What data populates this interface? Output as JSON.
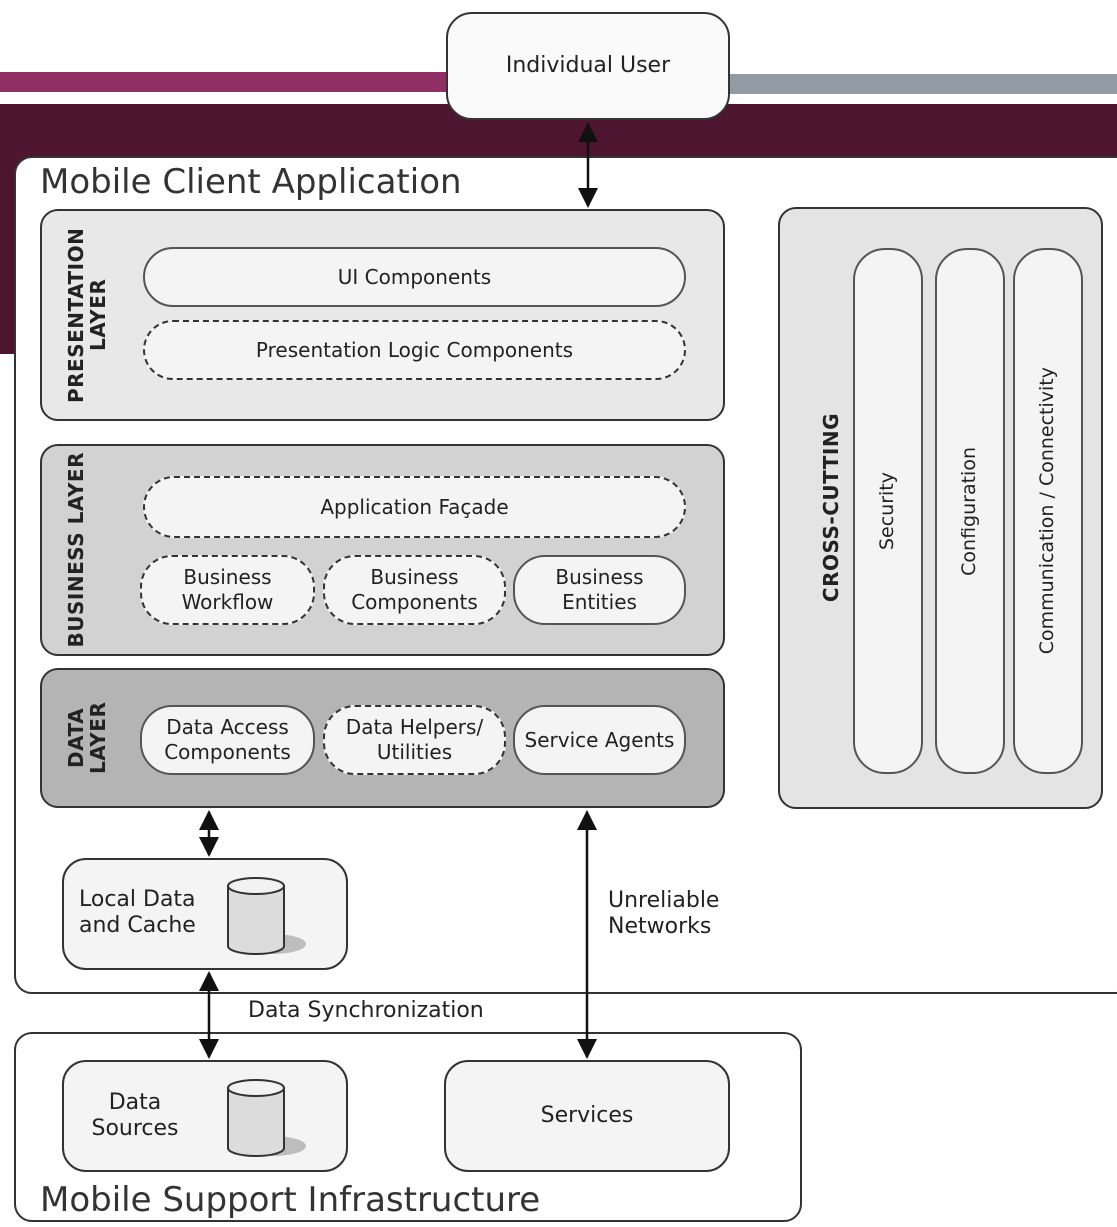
{
  "user": {
    "label": "Individual User"
  },
  "client": {
    "title": "Mobile Client Application",
    "presentation": {
      "title": "PRESENTATION LAYER",
      "ui": "UI Components",
      "logic": "Presentation Logic Components"
    },
    "business": {
      "title": "BUSINESS LAYER",
      "facade": "Application Façade",
      "workflow": "Business Workflow",
      "components": "Business Components",
      "entities": "Business Entities"
    },
    "data": {
      "title": "DATA LAYER",
      "access": "Data Access Components",
      "helpers": "Data Helpers/ Utilities",
      "agents": "Service Agents"
    },
    "cross": {
      "title": "CROSS-CUTTING",
      "items": [
        "Security",
        "Configuration",
        "Communication / Connectivity"
      ]
    },
    "local_cache": "Local Data and Cache",
    "unreliable": "Unreliable Networks"
  },
  "sync_label": "Data Synchronization",
  "infra": {
    "title": "Mobile Support Infrastructure",
    "sources": "Data Sources",
    "services": "Services"
  },
  "colors": {
    "accent_bar": "#8f2f63",
    "grey_bar": "#939aa4",
    "band": "#4e1530",
    "presentation_bg": "#e8e8e8",
    "business_bg": "#d2d2d2",
    "data_bg": "#b4b4b4",
    "cross_bg": "#e4e4e4"
  }
}
